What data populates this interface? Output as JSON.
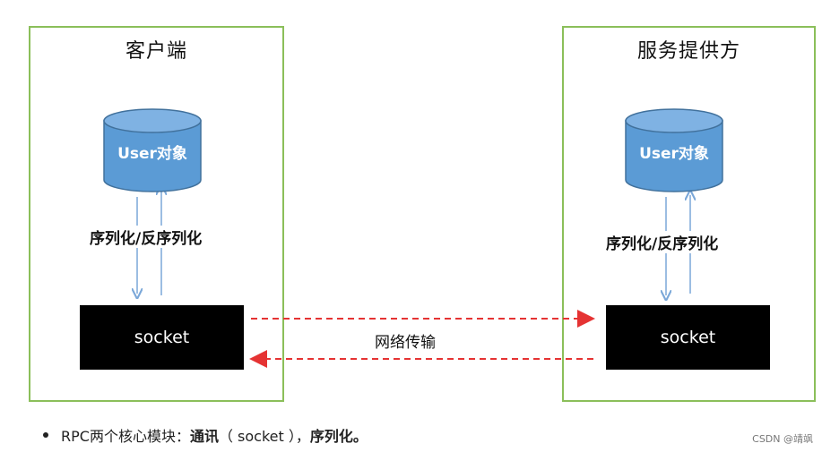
{
  "client": {
    "title": "客户端",
    "object_label": "User对象",
    "serialize_label": "序列化/反序列化",
    "socket_label": "socket"
  },
  "server": {
    "title": "服务提供方",
    "object_label": "User对象",
    "serialize_label": "序列化/反序列化",
    "socket_label": "socket"
  },
  "network_label": "网络传输",
  "note": {
    "prefix": "RPC两个核心模块：",
    "part1": "通讯",
    "middle": "（ socket ），",
    "part2": "序列化。"
  },
  "watermark": "CSDN @靖飒",
  "colors": {
    "panel_border": "#8bbf5a",
    "cylinder_fill": "#5b9bd5",
    "cylinder_stroke": "#41719c",
    "arrow_blue": "#7aa7d8",
    "network_arrow": "#e53333"
  }
}
